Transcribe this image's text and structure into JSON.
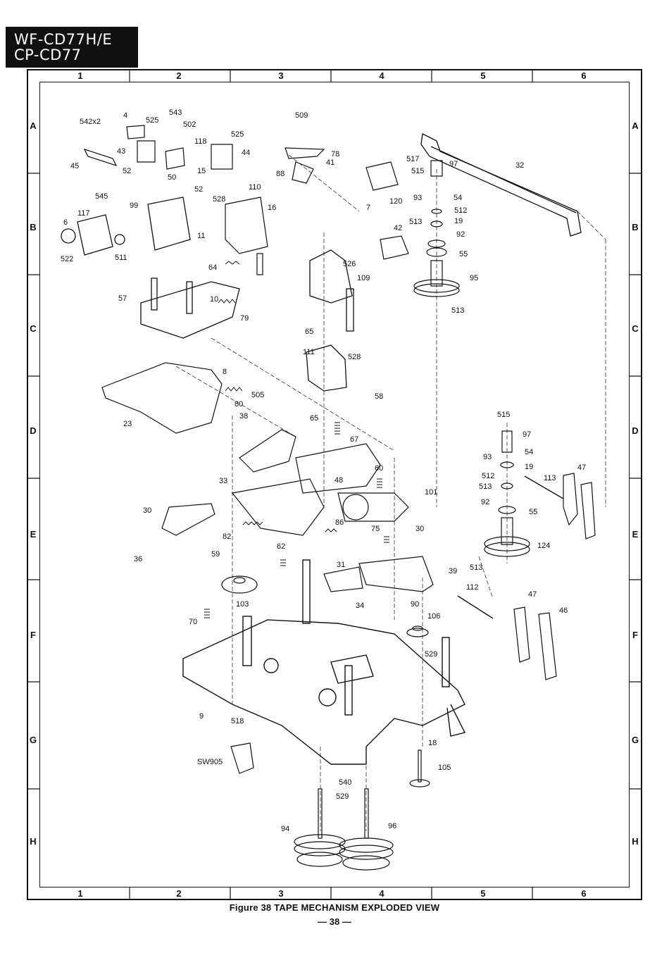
{
  "header": {
    "model_lines": [
      "WF-CD77H/E",
      "CP-CD77"
    ]
  },
  "grid": {
    "columns": [
      "1",
      "2",
      "3",
      "4",
      "5",
      "6"
    ],
    "rows": [
      "A",
      "B",
      "C",
      "D",
      "E",
      "F",
      "G",
      "H"
    ]
  },
  "parts": [
    "542x2",
    "4",
    "525",
    "543",
    "502",
    "118",
    "525",
    "44",
    "45",
    "43",
    "52",
    "50",
    "15",
    "52",
    "528",
    "545",
    "99",
    "6",
    "117",
    "522",
    "511",
    "57",
    "11",
    "110",
    "16",
    "88",
    "41",
    "509",
    "78",
    "7",
    "517",
    "515",
    "120",
    "97",
    "93",
    "54",
    "512",
    "513",
    "19",
    "92",
    "32",
    "42",
    "55",
    "64",
    "526",
    "109",
    "95",
    "513",
    "10",
    "79",
    "65",
    "111",
    "528",
    "8",
    "23",
    "80",
    "505",
    "38",
    "58",
    "65",
    "67",
    "515",
    "97",
    "93",
    "54",
    "512",
    "19",
    "513",
    "92",
    "113",
    "47",
    "60",
    "48",
    "101",
    "55",
    "33",
    "30",
    "82",
    "86",
    "75",
    "30",
    "124",
    "36",
    "59",
    "62",
    "31",
    "39",
    "513",
    "112",
    "103",
    "34",
    "90",
    "106",
    "47",
    "46",
    "70",
    "529",
    "9",
    "518",
    "18",
    "SW905",
    "540",
    "529",
    "105",
    "94",
    "96"
  ],
  "caption": "Figure 38 TAPE MECHANISM EXPLODED VIEW",
  "page_number": "— 38 —"
}
